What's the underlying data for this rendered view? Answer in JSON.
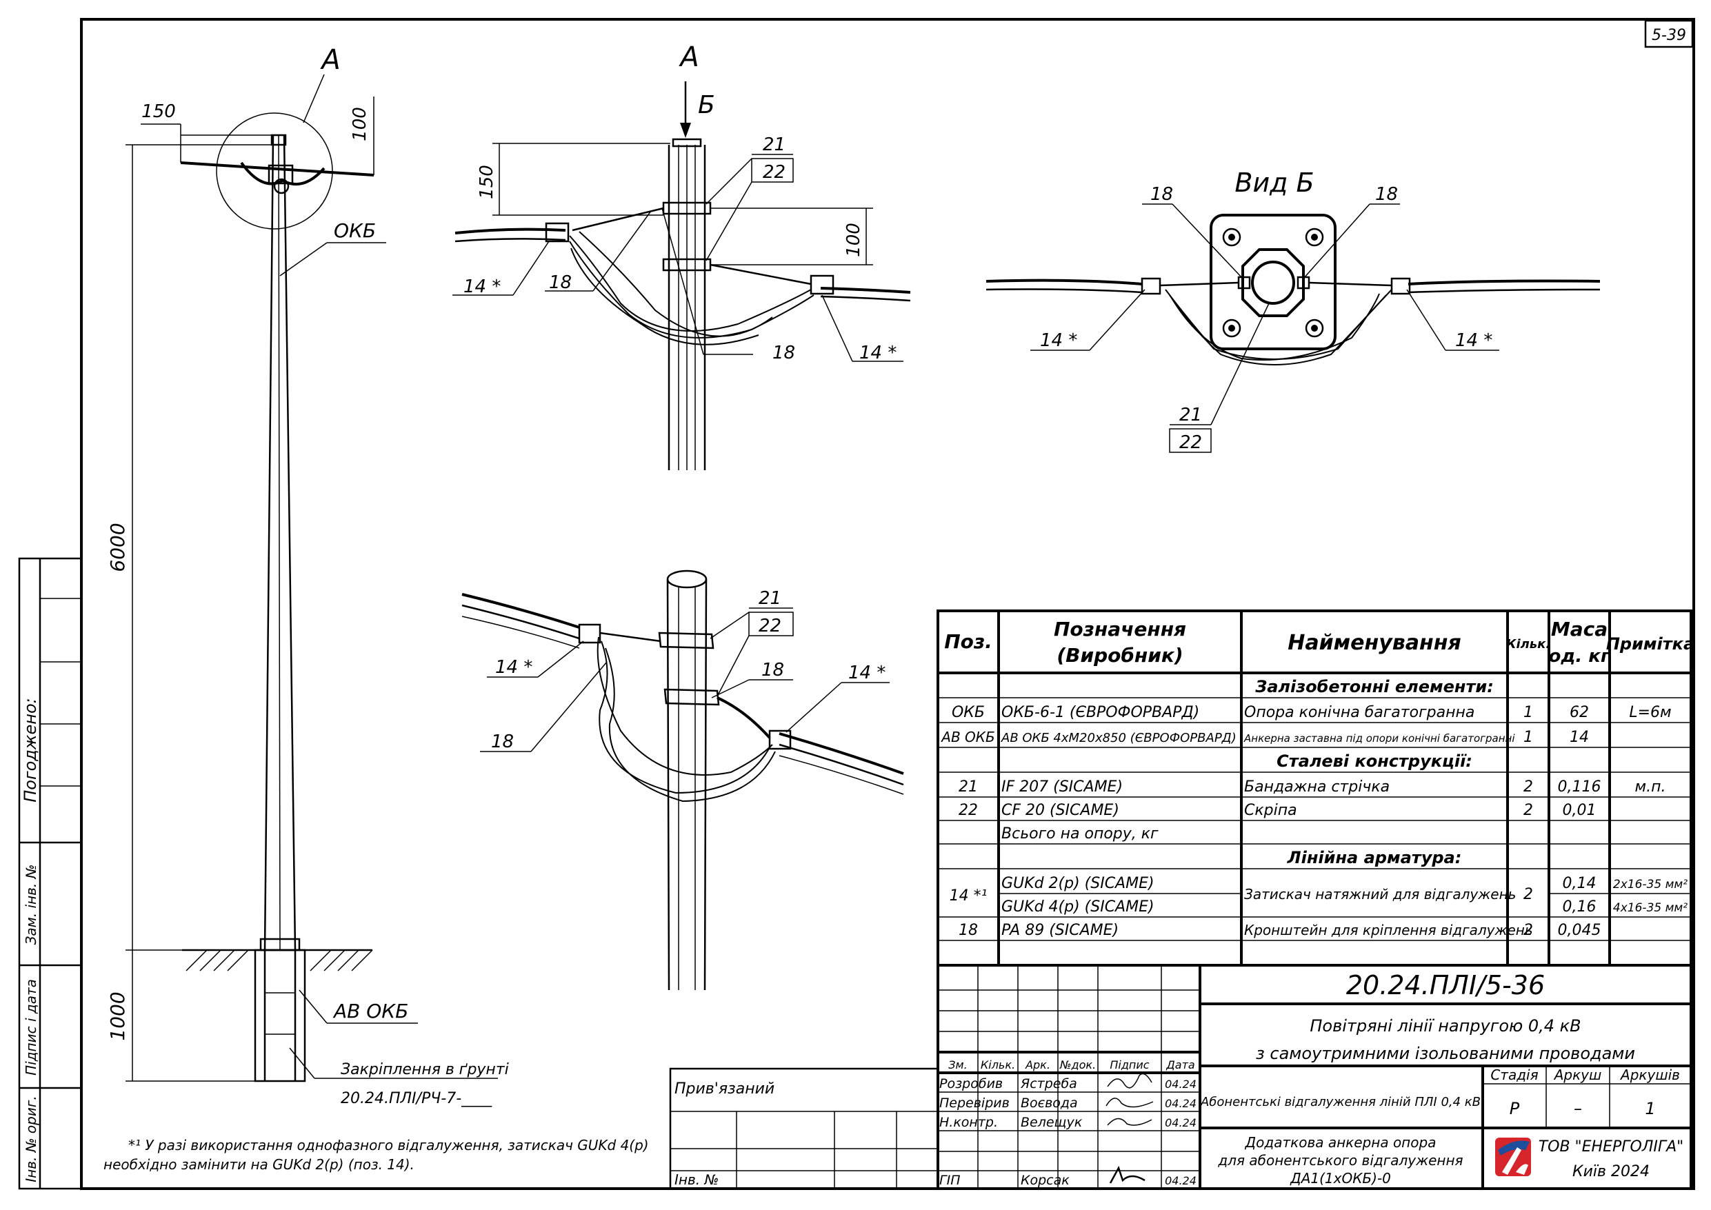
{
  "sheet_number": "5-39",
  "views": {
    "view_a_label": "A",
    "view_a_top_label": "A",
    "arrow_b_label": "Б",
    "view_b_title": "Вид Б"
  },
  "dimensions": {
    "d150": "150",
    "d100": "100",
    "d6000": "6000",
    "d1000": "1000",
    "d150b": "150",
    "d100b": "100"
  },
  "callouts": {
    "okb": "ОКБ",
    "av_okb": "АВ ОКБ",
    "fixing": "Закріплення в ґрунті",
    "fixing_ref": "20.24.ПЛІ/РЧ-7-____",
    "p21": "21",
    "p22": "22",
    "p18": "18",
    "p14": "14 *"
  },
  "side_stamp": {
    "pogodzheno": "Погоджено:",
    "zam_inv": "Зам. інв. №",
    "pidpys_data": "Підпис і дата",
    "inv_oryg": "Інв. № ориг."
  },
  "footnote": {
    "line1": "*¹ У разі використання однофазного відгалуження, затискач GUKd 4(р)",
    "line2": "необхідно замінити на GUKd 2(р) (поз. 14)."
  },
  "spec_table": {
    "headers": {
      "pos": "Поз.",
      "designation_l1": "Позначення",
      "designation_l2": "(Виробник)",
      "name": "Найменування",
      "qty": "Кільк.",
      "mass_l1": "Маса",
      "mass_l2": "од. кг",
      "note": "Примітка"
    },
    "sections": {
      "s1": "Залізобетонні елементи:",
      "s2": "Сталеві конструкції:",
      "s3": "Лінійна арматура:"
    },
    "rows": [
      {
        "pos": "ОКБ",
        "des": "ОКБ-6-1  (ЄВРОФОРВАРД)",
        "name": "Опора конічна багатогранна",
        "qty": "1",
        "mass": "62",
        "note": "L=6м"
      },
      {
        "pos": "АВ ОКБ",
        "des": "АВ ОКБ 4хМ20х850  (ЄВРОФОРВАРД)",
        "name": "Анкерна заставна під опори конічні багатогранні",
        "qty": "1",
        "mass": "14",
        "note": ""
      },
      {
        "pos": "21",
        "des": "IF 207  (SICAME)",
        "name": "Бандажна стрічка",
        "qty": "2",
        "mass": "0,116",
        "note": "м.п."
      },
      {
        "pos": "22",
        "des": "CF 20  (SICAME)",
        "name": "Скріпа",
        "qty": "2",
        "mass": "0,01",
        "note": ""
      },
      {
        "pos": "",
        "des": "Всього на опору, кг",
        "name": "",
        "qty": "",
        "mass": "",
        "note": ""
      },
      {
        "pos": "14 *¹",
        "des": "GUKd 2(р)  (SICAME)",
        "name": "Затискач натяжний для відгалужень",
        "qty": "2",
        "mass": "0,14",
        "note": "2х16-35 мм²"
      },
      {
        "pos": "",
        "des": "GUKd 4(р)  (SICAME)",
        "name": "",
        "qty": "",
        "mass": "0,16",
        "note": "4х16-35 мм²"
      },
      {
        "pos": "18",
        "des": "PA 89  (SICAME)",
        "name": "Кронштейн для кріплення відгалужень",
        "qty": "2",
        "mass": "0,045",
        "note": ""
      }
    ]
  },
  "title_block": {
    "doc_code": "20.24.ПЛІ/5-36",
    "project_l1": "Повітряні лінії напругою 0,4 кВ",
    "project_l2": "з самоутримними ізольованими проводами",
    "section_title": "Абонентські відгалуження ліній ПЛІ 0,4 кВ",
    "drawing_l1": "Додаткова анкерна  опора",
    "drawing_l2": "для абонентського відгалуження",
    "drawing_l3": "ДА1(1хОКБ)-0",
    "stage_h": "Стадія",
    "sheet_h": "Аркуш",
    "sheets_h": "Аркушів",
    "stage": "Р",
    "sheet": "–",
    "sheets": "1",
    "company": "ТОВ \"ЕНЕРГОЛІГА\"",
    "city_year": "Київ 2024",
    "pryvyazanyi": "Прив'язаний",
    "inv_no": "Інв. №",
    "col_heads": [
      "Зм.",
      "Кільк.",
      "Арк.",
      "№док.",
      "Підпис",
      "Дата"
    ],
    "people": [
      {
        "role": "Розробив",
        "name": "Ястреба",
        "date": "04.24"
      },
      {
        "role": "Перевірив",
        "name": "Воєвода",
        "date": "04.24"
      },
      {
        "role": "Н.контр.",
        "name": "Велещук",
        "date": "04.24"
      },
      {
        "role": "ГІП",
        "name": "Корсак",
        "date": "04.24"
      }
    ]
  }
}
